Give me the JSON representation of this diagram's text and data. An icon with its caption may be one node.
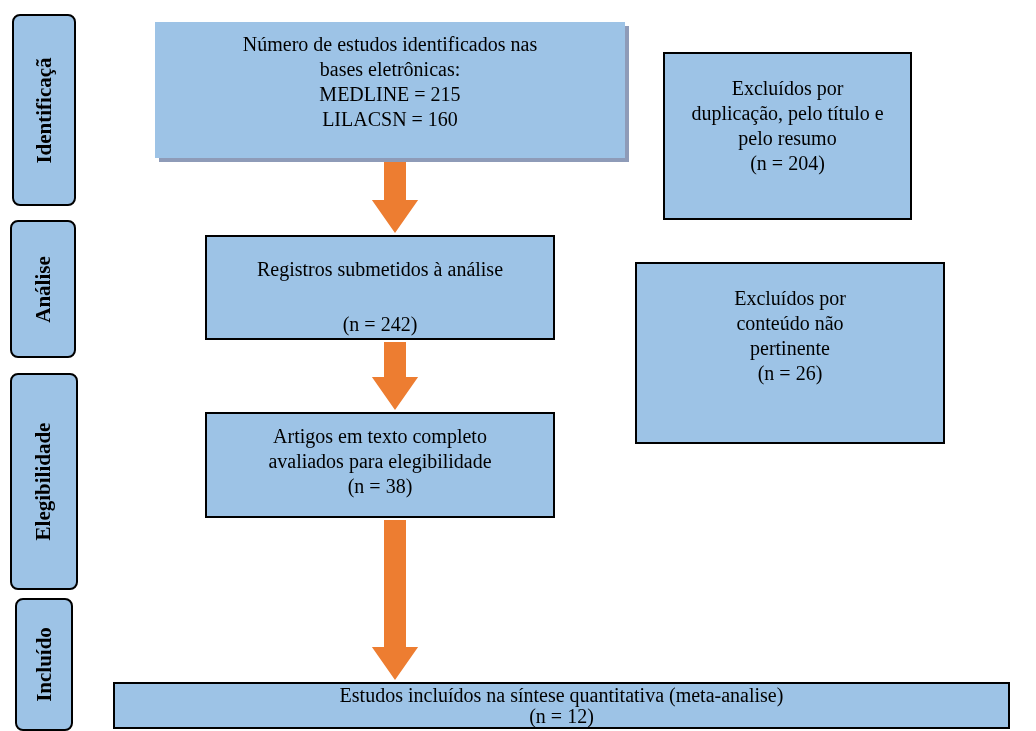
{
  "diagram": {
    "nodes": [
      {
        "text": [
          "Identificaçã"
        ]
      },
      {
        "text": [
          "Análise"
        ]
      },
      {
        "text": [
          "Elegibilidade"
        ]
      },
      {
        "text": [
          "Incluído"
        ]
      },
      {
        "text": [
          "Número de estudos identificados nas bases eletrônicas:",
          "MEDLINE = 215",
          "LILACSN = 160"
        ]
      },
      {
        "text": [
          "Excluídos por duplicação, pelo título e pelo resumo",
          "(n = 204)"
        ]
      },
      {
        "text": [
          "Registros submetidos à análise",
          "(n = 242)"
        ]
      },
      {
        "text": [
          "Excluídos por conteúdo não pertinente",
          "(n = 26)"
        ]
      },
      {
        "text": [
          "Artigos em texto completo avaliados para elegibilidade",
          "(n = 38)"
        ]
      },
      {
        "text": [
          "Estudos incluídos na síntese quantitativa (meta-analise)",
          "(n = 12)"
        ]
      }
    ],
    "edges": [
      {
        "from": 4,
        "to": 6,
        "arrow": "to",
        "style": "thick",
        "color": "#ed7d31"
      },
      {
        "from": 6,
        "to": 8,
        "arrow": "to",
        "style": "thick",
        "color": "#ed7d31"
      },
      {
        "from": 8,
        "to": 9,
        "arrow": "to",
        "style": "thick",
        "color": "#ed7d31"
      }
    ]
  }
}
